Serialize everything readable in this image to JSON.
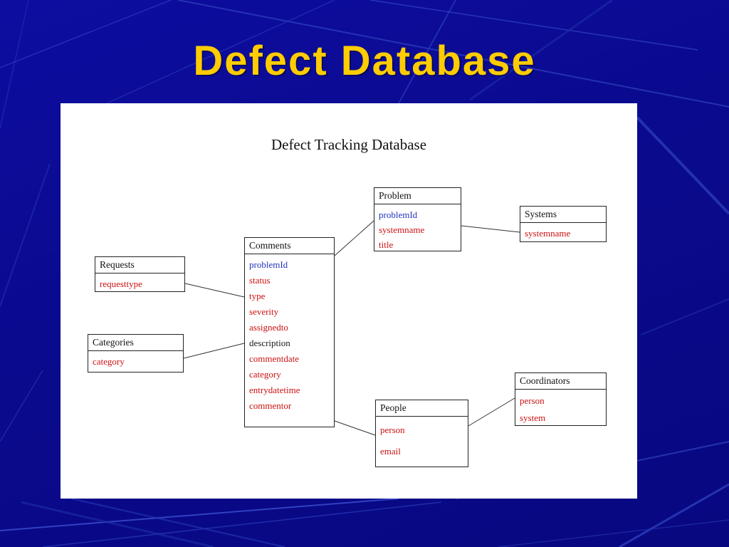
{
  "slide": {
    "title": "Defect Database",
    "title_color": "#FFCC00",
    "background_color": "#0b0b93"
  },
  "diagram": {
    "title": "Defect Tracking Database",
    "colors": {
      "field_red": "#cc1111",
      "field_blue": "#2233bb",
      "field_black": "#1a1a1a"
    },
    "entities": [
      {
        "name": "Requests",
        "fields": [
          {
            "label": "requesttype",
            "color": "#cc1111"
          }
        ]
      },
      {
        "name": "Categories",
        "fields": [
          {
            "label": "category",
            "color": "#cc1111"
          }
        ]
      },
      {
        "name": "Comments",
        "fields": [
          {
            "label": "problemId",
            "color": "#2233bb"
          },
          {
            "label": "status",
            "color": "#cc1111"
          },
          {
            "label": "type",
            "color": "#cc1111"
          },
          {
            "label": "severity",
            "color": "#cc1111"
          },
          {
            "label": "assignedto",
            "color": "#cc1111"
          },
          {
            "label": "description",
            "color": "#1a1a1a"
          },
          {
            "label": "commentdate",
            "color": "#cc1111"
          },
          {
            "label": "category",
            "color": "#cc1111"
          },
          {
            "label": "entrydatetime",
            "color": "#cc1111"
          },
          {
            "label": "commentor",
            "color": "#cc1111"
          }
        ]
      },
      {
        "name": "Problem",
        "fields": [
          {
            "label": "problemId",
            "color": "#2233bb"
          },
          {
            "label": "systemname",
            "color": "#cc1111"
          },
          {
            "label": "title",
            "color": "#cc1111"
          }
        ]
      },
      {
        "name": "Systems",
        "fields": [
          {
            "label": "systemname",
            "color": "#cc1111"
          }
        ]
      },
      {
        "name": "People",
        "fields": [
          {
            "label": "person",
            "color": "#cc1111"
          },
          {
            "label": "email",
            "color": "#cc1111"
          }
        ]
      },
      {
        "name": "Coordinators",
        "fields": [
          {
            "label": "person",
            "color": "#cc1111"
          },
          {
            "label": "system",
            "color": "#cc1111"
          }
        ]
      }
    ]
  }
}
